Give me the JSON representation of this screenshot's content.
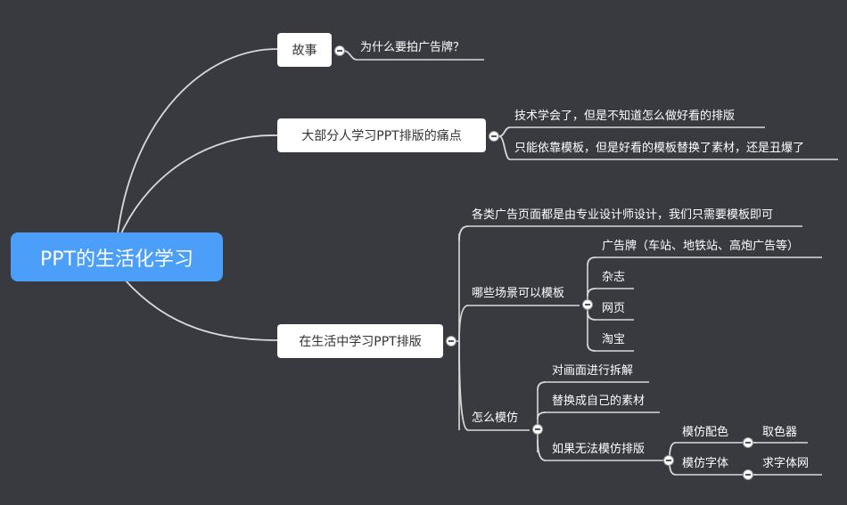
{
  "mindmap": {
    "root": "PPT的生活化学习",
    "story": {
      "label": "故事",
      "children": [
        "为什么要拍广告牌？"
      ]
    },
    "pain": {
      "label": "大部分人学习PPT排版的痛点",
      "children": [
        "技术学会了，但是不知道怎么做好看的排版",
        "只能依靠模板，但是好看的模板替换了素材，还是丑爆了"
      ]
    },
    "life": {
      "label": "在生活中学习PPT排版",
      "intro": "各类广告页面都是由专业设计师设计，我们只需要模板即可",
      "scenes": {
        "label": "哪些场景可以模板",
        "children": [
          "广告牌（车站、地铁站、高炮广告等）",
          "杂志",
          "网页",
          "淘宝"
        ]
      },
      "imitate": {
        "label": "怎么模仿",
        "steps": [
          "对画面进行拆解",
          "替换成自己的素材"
        ],
        "cannot": {
          "label": "如果无法模仿排版",
          "color": {
            "label": "模仿配色",
            "tool": "取色器"
          },
          "font": {
            "label": "模仿字体",
            "tool": "求字体网"
          }
        }
      }
    }
  }
}
